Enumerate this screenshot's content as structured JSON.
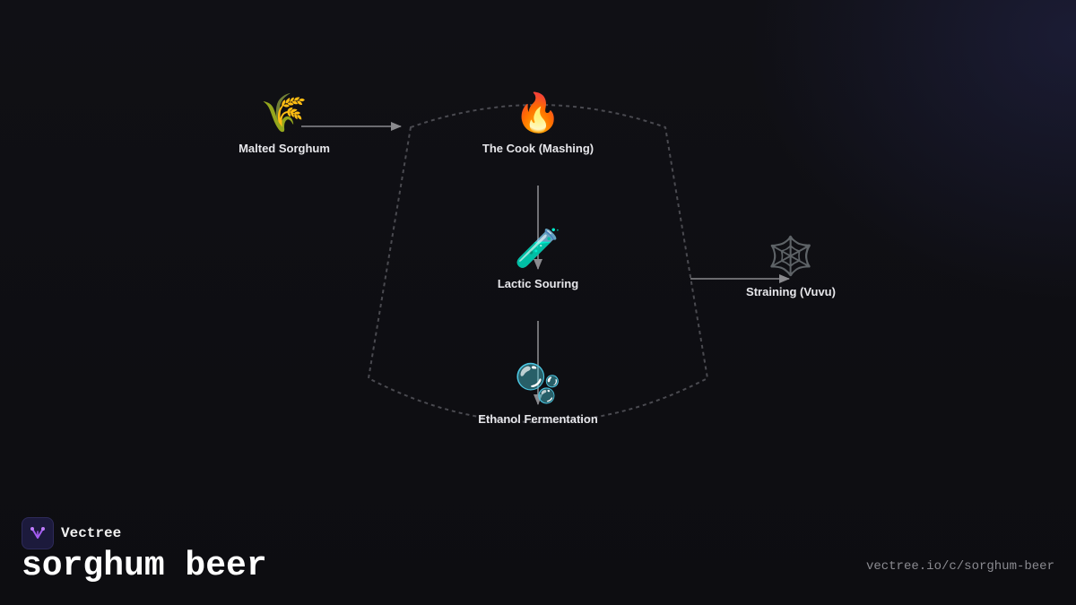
{
  "diagram": {
    "nodes": [
      {
        "id": "malted-sorghum",
        "label": "Malted Sorghum",
        "icon": "🌾",
        "icon_name": "wheat-icon"
      },
      {
        "id": "the-cook",
        "label": "The Cook (Mashing)",
        "icon": "🔥",
        "icon_name": "fire-icon"
      },
      {
        "id": "lactic-souring",
        "label": "Lactic Souring",
        "icon": "🧪",
        "icon_name": "test-tube-icon"
      },
      {
        "id": "ethanol-fermentation",
        "label": "Ethanol Fermentation",
        "icon": "🫧",
        "icon_name": "bubbles-icon"
      },
      {
        "id": "straining",
        "label": "Straining (Vuvu)",
        "icon": "🕸️",
        "icon_name": "spider-web-icon"
      }
    ],
    "edges": [
      {
        "from": "malted-sorghum",
        "to": "the-cook"
      },
      {
        "from": "the-cook",
        "to": "lactic-souring"
      },
      {
        "from": "lactic-souring",
        "to": "ethanol-fermentation"
      },
      {
        "from": "ethanol-fermentation",
        "to": "straining"
      }
    ],
    "colors": {
      "edge": "#8a8a8e",
      "group_outline": "#4a4a50",
      "label": "#e6e6ea"
    }
  },
  "brand": {
    "name": "Vectree",
    "logo_icon": "vectree-logo-icon",
    "logo_color": "#a35cf0"
  },
  "page": {
    "title": "sorghum beer",
    "url": "vectree.io/c/sorghum-beer"
  }
}
